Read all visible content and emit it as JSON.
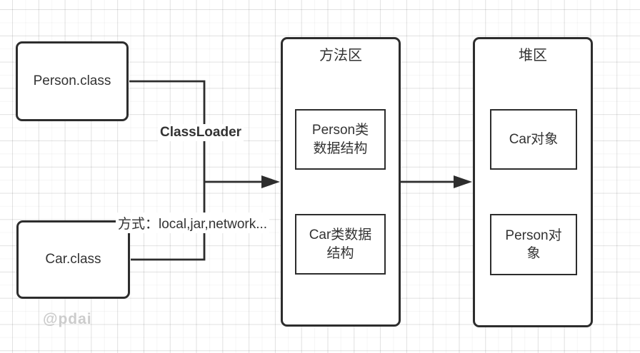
{
  "diagram": {
    "class_files": [
      {
        "label": "Person.class"
      },
      {
        "label": "Car.class"
      }
    ],
    "edge_labels": {
      "classloader": "ClassLoader",
      "load_method": "方式：local,jar,network..."
    },
    "method_area": {
      "title": "方法区",
      "items": [
        {
          "label": "Person类\n数据结构"
        },
        {
          "label": "Car类数据\n结构"
        }
      ]
    },
    "heap_area": {
      "title": "堆区",
      "items": [
        {
          "label": "Car对象"
        },
        {
          "label": "Person对\n象"
        }
      ]
    },
    "watermark": "@pdai",
    "colors": {
      "stroke": "#2d2d2d",
      "text": "#333333",
      "label_background": "#ffffff",
      "grid_major": "#e9e9e9",
      "grid_minor": "#f5f5f5",
      "watermark": "#cccccc"
    }
  }
}
